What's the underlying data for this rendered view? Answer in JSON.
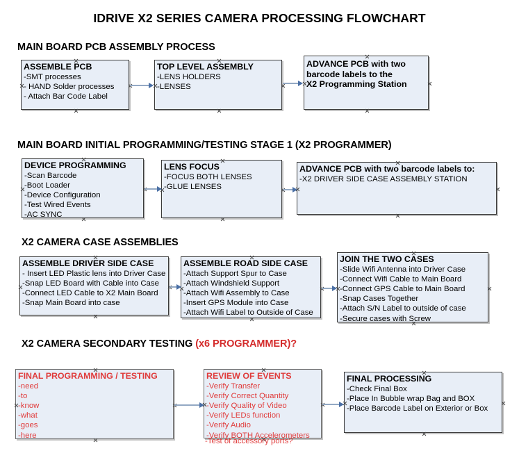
{
  "document": {
    "title": "IDRIVE X2  SERIES CAMERA PROCESSING FLOWCHART",
    "accent_color": "#d42b2b",
    "node_fill": "#e8eef7",
    "connector_color": "#93a9c4"
  },
  "sections": [
    {
      "id": "main-board-pcb-assembly-process",
      "heading": "MAIN BOARD PCB ASSEMBLY PROCESS",
      "heading_accent": "",
      "nodes": [
        {
          "id": "assemble-pcb",
          "title": "ASSEMBLE PCB",
          "items": [
            "-SMT processes",
            "- HAND Solder processes",
            "- Attach Bar Code Label"
          ]
        },
        {
          "id": "top-level-assembly",
          "title": "TOP LEVEL ASSEMBLY",
          "items": [
            "-LENS HOLDERS",
            "-LENSES"
          ]
        },
        {
          "id": "advance-pcb-x2-programming-station",
          "title": "ADVANCE PCB with two",
          "title_lines": [
            "ADVANCE PCB with two",
            "barcode labels to the",
            " X2 Programming Station"
          ],
          "items": []
        }
      ]
    },
    {
      "id": "main-board-initial-programming",
      "heading": "MAIN BOARD INITIAL PROGRAMMING/TESTING STAGE 1 (X2 PROGRAMMER)",
      "heading_accent": "",
      "nodes": [
        {
          "id": "device-programming",
          "title": "DEVICE PROGRAMMING",
          "items": [
            "-Scan Barcode",
            "-Boot Loader",
            "-Device Configuration",
            "-Test Wired Events",
            "-AC SYNC"
          ]
        },
        {
          "id": "lens-focus",
          "title": "LENS FOCUS",
          "items": [
            "-FOCUS BOTH LENSES",
            "-GLUE LENSES"
          ]
        },
        {
          "id": "advance-pcb-driver-side-case",
          "title": "ADVANCE PCB with two barcode labels to:",
          "items": [
            "-X2 DRIVER  SIDE  CASE  ASSEMBLY STATION"
          ]
        }
      ]
    },
    {
      "id": "x2-camera-case-assemblies",
      "heading": "X2 CAMERA CASE ASSEMBLIES",
      "heading_accent": "",
      "nodes": [
        {
          "id": "assemble-driver-side-case",
          "title": "ASSEMBLE DRIVER SIDE CASE",
          "items": [
            "- Insert LED Plastic lens into Driver Case",
            "-Snap LED Board with Cable into Case",
            "-Connect LED Cable to X2 Main Board",
            "-Snap Main Board into case"
          ]
        },
        {
          "id": "assemble-road-side-case",
          "title": "ASSEMBLE ROAD SIDE CASE",
          "items": [
            "-Attach Support Spur to Case",
            "-Attach Windshield Support",
            "-Attach Wifi Assembly to Case",
            "-Insert GPS Module into Case",
            "-Attach Wifi Label to Outside of Case"
          ]
        },
        {
          "id": "join-the-two-cases",
          "title": "JOIN THE TWO CASES",
          "items": [
            "-Slide Wifi Antenna into Driver Case",
            "-Connect Wifi Cable to Main Board",
            "-Connect GPS Cable to Main Board",
            "-Snap Cases Together",
            "-Attach S/N Label to outside of case",
            "-Secure cases with Screw"
          ]
        }
      ]
    },
    {
      "id": "x2-camera-secondary-testing",
      "heading": "X2 CAMERA SECONDARY TESTING ",
      "heading_accent": "(x6 PROGRAMMER)?",
      "nodes": [
        {
          "id": "final-programming-testing",
          "title": "FINAL PROGRAMMING / TESTING",
          "red": true,
          "items": [
            "-need",
            "-to",
            "-know",
            "-what",
            "-goes",
            "-here"
          ]
        },
        {
          "id": "review-of-events",
          "title": "REVIEW OF EVENTS",
          "red": true,
          "items": [
            "-Verify Transfer",
            "-Verify Correct Quantity",
            "-Verify Quality of Video",
            "-Verify LEDs function",
            "-Verify Audio",
            "-Verify BOTH Accelerometers"
          ],
          "overflow_item": "-Test of accessory ports?"
        },
        {
          "id": "final-processing",
          "title": "FINAL PROCESSING",
          "items": [
            " -Check Final Box",
            "-Place In Bubble wrap Bag and BOX",
            "-Place Barcode Label on Exterior or Box"
          ]
        }
      ]
    }
  ]
}
